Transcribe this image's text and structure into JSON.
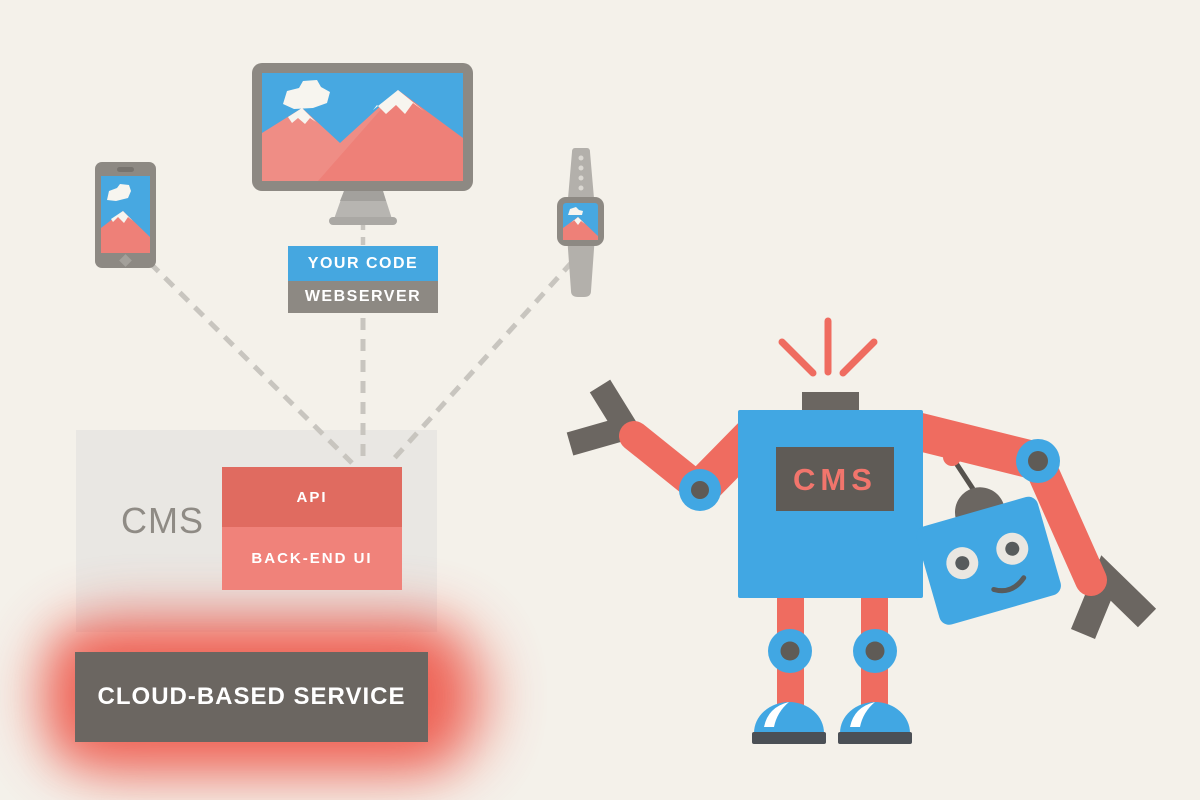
{
  "palette": {
    "background": "#f4f1ea",
    "device_blue": "#47a8e1",
    "robot_blue": "#41a7e3",
    "salmon": "#ef6c60",
    "api_red": "#e06b60",
    "backend_red": "#f0827a",
    "frame_gray": "#8d8983",
    "dark_gray": "#6b6661",
    "panel_gray": "#e9e7e3",
    "dash_gray": "#c8c5bf",
    "glow_red": "#ee5042",
    "mountain_salmon": "#ee8078"
  },
  "stack": {
    "your_code": "YOUR CODE",
    "webserver": "WEBSERVER"
  },
  "cms_panel": {
    "title": "CMS",
    "api": "API",
    "backend": "BACK-END UI"
  },
  "cloud": {
    "label": "CLOUD-BASED SERVICE"
  },
  "robot": {
    "chest": "CMS"
  },
  "devices": [
    "smartphone",
    "desktop-monitor",
    "smartwatch"
  ]
}
